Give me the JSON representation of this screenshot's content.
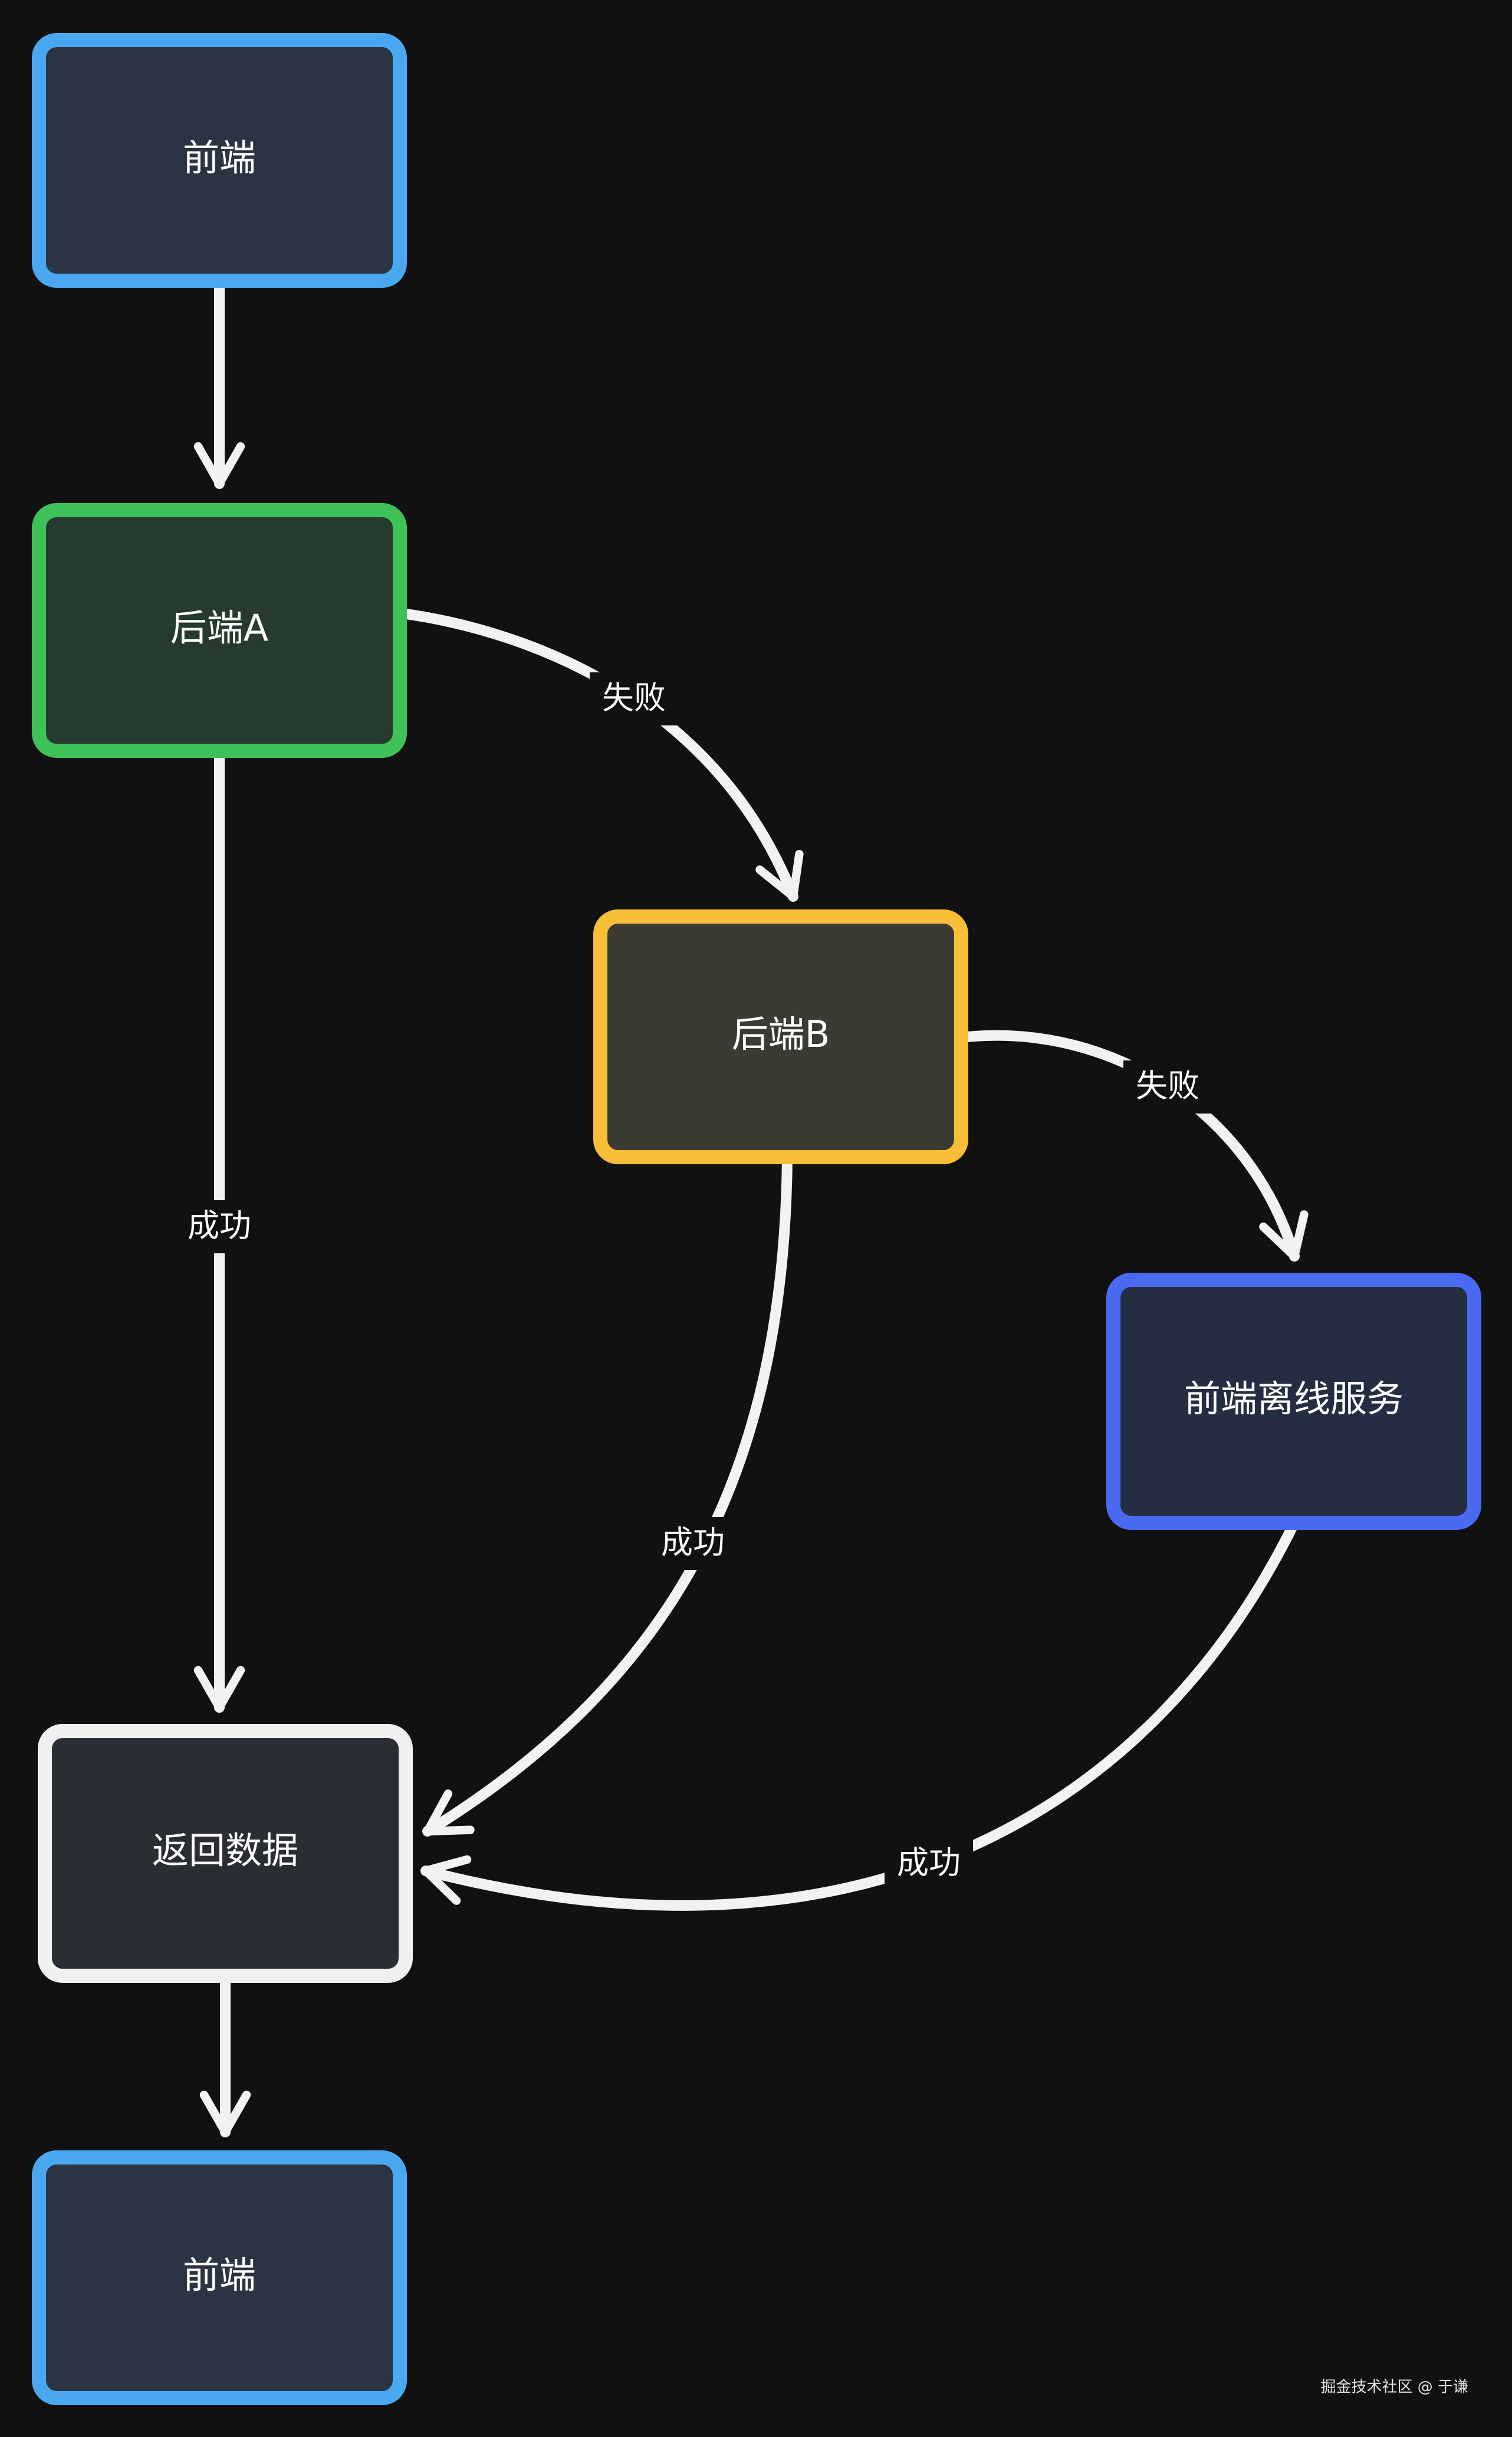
{
  "diagram": {
    "nodes": [
      {
        "id": "frontend-top",
        "label": "前端",
        "fill": "#2a3442",
        "stroke": "#4aa8f0"
      },
      {
        "id": "backend-a",
        "label": "后端A",
        "fill": "#263a2e",
        "stroke": "#3ec157"
      },
      {
        "id": "backend-b",
        "label": "后端B",
        "fill": "#3b3a33",
        "stroke": "#f9be38"
      },
      {
        "id": "frontend-offline",
        "label": "前端离线服务",
        "fill": "#252d42",
        "stroke": "#4a6af2"
      },
      {
        "id": "return-data",
        "label": "返回数据",
        "fill": "#2a2d34",
        "stroke": "#f0f0f0"
      },
      {
        "id": "frontend-bottom",
        "label": "前端",
        "fill": "#2a3442",
        "stroke": "#4aa8f0"
      }
    ],
    "edges": [
      {
        "from": "frontend-top",
        "to": "backend-a",
        "label": ""
      },
      {
        "from": "backend-a",
        "to": "backend-b",
        "label": "失败"
      },
      {
        "from": "backend-a",
        "to": "return-data",
        "label": "成功"
      },
      {
        "from": "backend-b",
        "to": "frontend-offline",
        "label": "失败"
      },
      {
        "from": "backend-b",
        "to": "return-data",
        "label": "成功"
      },
      {
        "from": "frontend-offline",
        "to": "return-data",
        "label": "成功"
      },
      {
        "from": "return-data",
        "to": "frontend-bottom",
        "label": ""
      }
    ],
    "watermark": "掘金技术社区 @ 于谦"
  },
  "colors": {
    "background": "#111111",
    "edge": "#f2f2f2",
    "text": "#ffffff"
  }
}
